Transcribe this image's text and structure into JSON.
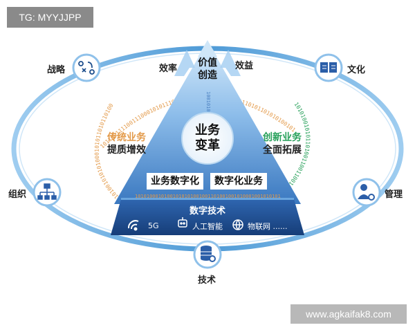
{
  "watermark_top": "TG: MYYJJPP",
  "watermark_bottom": "www.agkaifak8.com",
  "nodes": {
    "strategy": "战略",
    "culture": "文化",
    "organization": "组织",
    "management": "管理",
    "technology": "技术"
  },
  "arrows": {
    "left": "效率",
    "right": "效益"
  },
  "value_creation": [
    "价值",
    "创造"
  ],
  "business_transform": [
    "业务",
    "变革"
  ],
  "left_side": {
    "title": "传统业务",
    "sub": "提质增效"
  },
  "right_side": {
    "title": "创新业务",
    "sub": "全面拓展"
  },
  "boxes": {
    "left": "业务数字化",
    "right": "数字化业务"
  },
  "base": {
    "title": "数字技术",
    "items": [
      "5G",
      "人工智能",
      "物联网 ......"
    ]
  },
  "binary": {
    "top_arc": "1011001111001110001010111000101010101011110101110101101010100101",
    "left_arc": "01001101001010101000101011010110100101",
    "right_arc": "10101001010110100110011001011010",
    "bottom_row": "10101000101001010101001001101001001010001001010101",
    "vertical": "1001010010001011"
  },
  "colors": {
    "ellipse": "#5ea8dc",
    "pyramid_dark": "#1e4e8c",
    "pyramid_light": "#8dbdea",
    "orange": "#e39a4a",
    "green": "#27a05a"
  }
}
